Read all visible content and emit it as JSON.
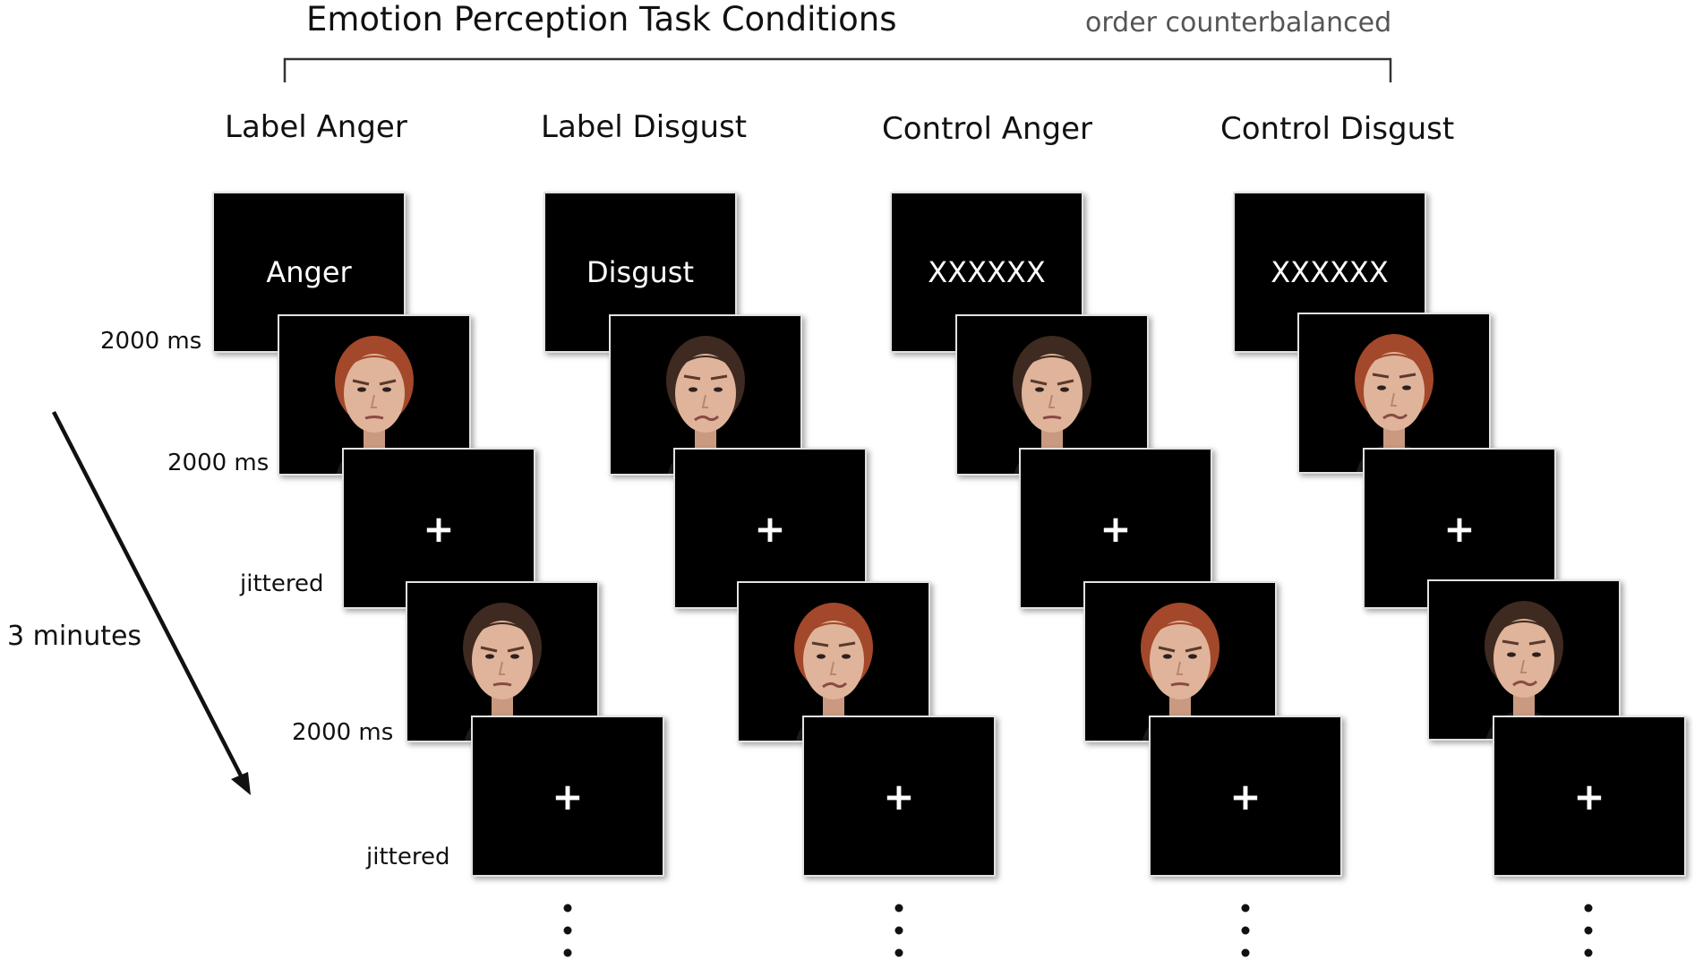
{
  "title": "Emotion Perception Task Conditions",
  "note": "order counterbalanced",
  "time_label": "3 minutes",
  "conditions": [
    {
      "label": "Label Anger",
      "cue": "Anger"
    },
    {
      "label": "Label Disgust",
      "cue": "Disgust"
    },
    {
      "label": "Control Anger",
      "cue": "XXXXXX"
    },
    {
      "label": "Control Disgust",
      "cue": "XXXXXX"
    }
  ],
  "fixation": "+",
  "timings": {
    "cue": "2000 ms",
    "face": "2000 ms",
    "fixation": "jittered"
  },
  "colors": {
    "frame": "#000000",
    "frame_border": "#e2e2e2",
    "face_skin": "#e0b49a",
    "hair_red": "#a3482a",
    "hair_dark": "#3e2a20"
  }
}
